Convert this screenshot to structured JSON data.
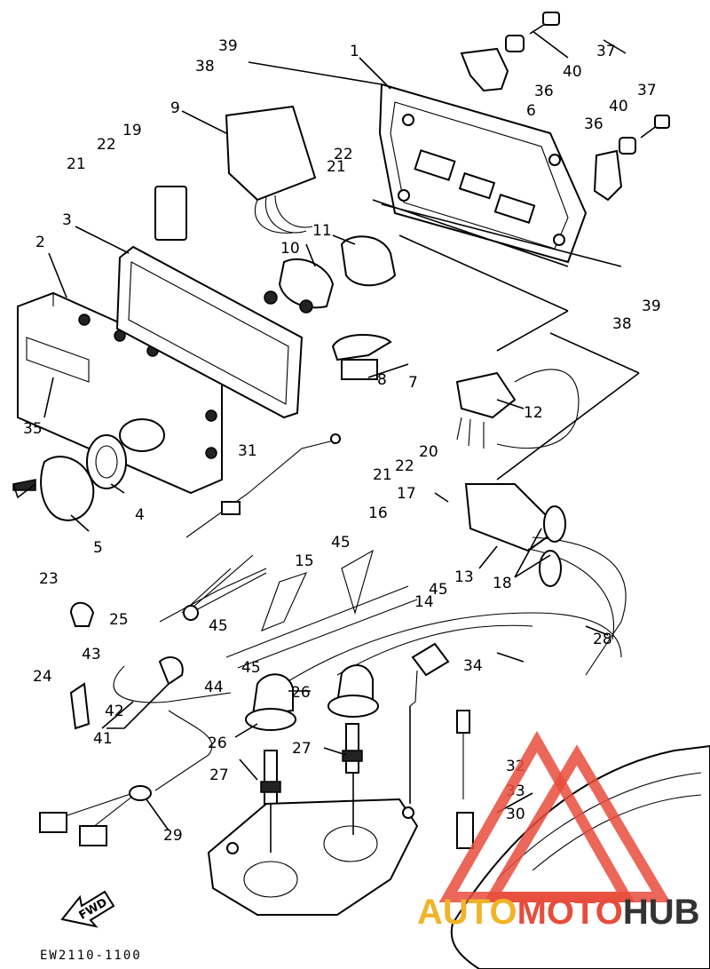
{
  "callouts": [
    {
      "id": "c1",
      "text": "1"
    },
    {
      "id": "c2",
      "text": "2"
    },
    {
      "id": "c3",
      "text": "3"
    },
    {
      "id": "c4",
      "text": "4"
    },
    {
      "id": "c5",
      "text": "5"
    },
    {
      "id": "c6",
      "text": "6"
    },
    {
      "id": "c7",
      "text": "7"
    },
    {
      "id": "c8",
      "text": "8"
    },
    {
      "id": "c9",
      "text": "9"
    },
    {
      "id": "c10",
      "text": "10"
    },
    {
      "id": "c11",
      "text": "11"
    },
    {
      "id": "c12",
      "text": "12"
    },
    {
      "id": "c13",
      "text": "13"
    },
    {
      "id": "c14",
      "text": "14"
    },
    {
      "id": "c15",
      "text": "15"
    },
    {
      "id": "c16",
      "text": "16"
    },
    {
      "id": "c17",
      "text": "17"
    },
    {
      "id": "c18",
      "text": "18"
    },
    {
      "id": "c19",
      "text": "19"
    },
    {
      "id": "c20",
      "text": "20"
    },
    {
      "id": "c21a",
      "text": "21"
    },
    {
      "id": "c21b",
      "text": "21"
    },
    {
      "id": "c21c",
      "text": "21"
    },
    {
      "id": "c22a",
      "text": "22"
    },
    {
      "id": "c22b",
      "text": "22"
    },
    {
      "id": "c22c",
      "text": "22"
    },
    {
      "id": "c23",
      "text": "23"
    },
    {
      "id": "c24",
      "text": "24"
    },
    {
      "id": "c25",
      "text": "25"
    },
    {
      "id": "c26a",
      "text": "26"
    },
    {
      "id": "c26b",
      "text": "26"
    },
    {
      "id": "c27a",
      "text": "27"
    },
    {
      "id": "c27b",
      "text": "27"
    },
    {
      "id": "c28",
      "text": "28"
    },
    {
      "id": "c29",
      "text": "29"
    },
    {
      "id": "c30",
      "text": "30"
    },
    {
      "id": "c31",
      "text": "31"
    },
    {
      "id": "c32",
      "text": "32"
    },
    {
      "id": "c33",
      "text": "33"
    },
    {
      "id": "c34",
      "text": "34"
    },
    {
      "id": "c35",
      "text": "35"
    },
    {
      "id": "c36a",
      "text": "36"
    },
    {
      "id": "c36b",
      "text": "36"
    },
    {
      "id": "c37a",
      "text": "37"
    },
    {
      "id": "c37b",
      "text": "37"
    },
    {
      "id": "c38a",
      "text": "38"
    },
    {
      "id": "c38b",
      "text": "38"
    },
    {
      "id": "c39a",
      "text": "39"
    },
    {
      "id": "c39b",
      "text": "39"
    },
    {
      "id": "c40a",
      "text": "40"
    },
    {
      "id": "c40b",
      "text": "40"
    },
    {
      "id": "c41",
      "text": "41"
    },
    {
      "id": "c42",
      "text": "42"
    },
    {
      "id": "c43",
      "text": "43"
    },
    {
      "id": "c44",
      "text": "44"
    },
    {
      "id": "c45a",
      "text": "45"
    },
    {
      "id": "c45b",
      "text": "45"
    },
    {
      "id": "c45c",
      "text": "45"
    },
    {
      "id": "c45d",
      "text": "45"
    }
  ],
  "direction_marker": "FWD",
  "drawing_code": "EW2110-1100",
  "watermark": {
    "part1": "AUTO",
    "part2": "MOTO",
    "part3": "HUB"
  },
  "colors": {
    "line": "#000000",
    "watermark_red": "#e74c3c",
    "watermark_yellow": "#f0b429",
    "watermark_dark": "#333333"
  }
}
